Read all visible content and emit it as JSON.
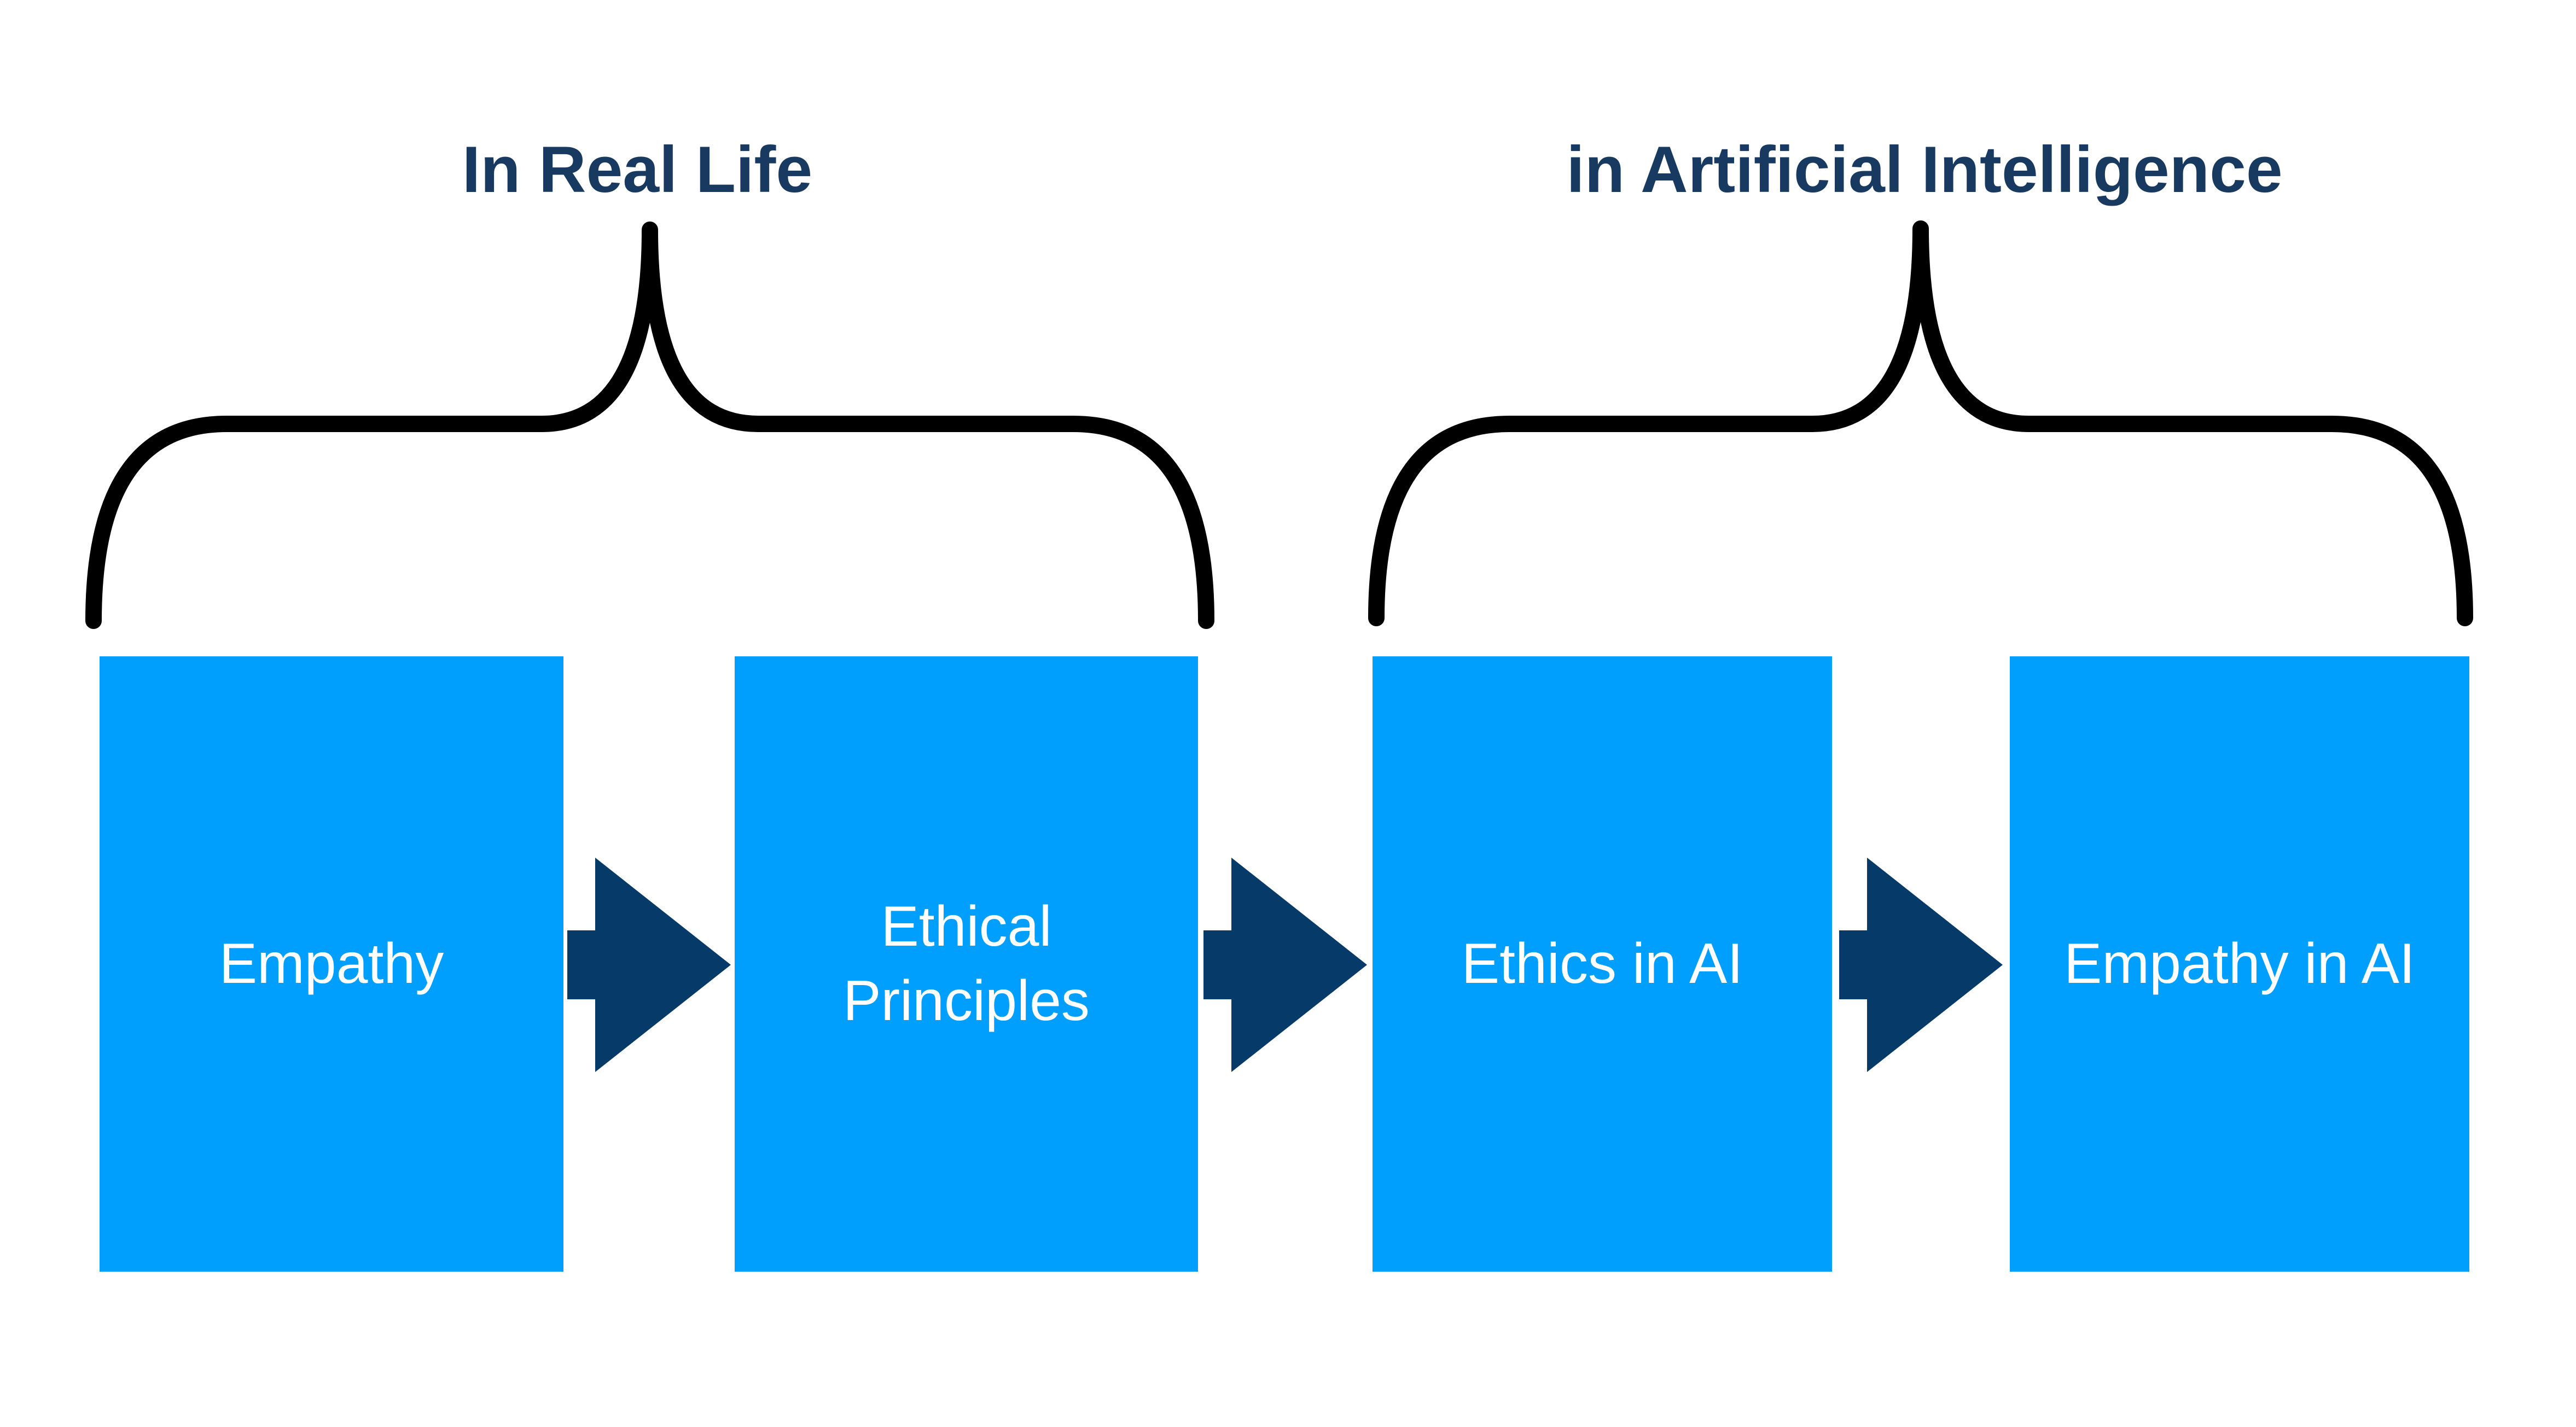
{
  "colors": {
    "box_blue": "#019FFD",
    "arrow_navy": "#063A68",
    "title_navy": "#183A61",
    "brace_black": "#000000",
    "box_text_white": "#FFFFFF",
    "page_bg": "#FFFFFF"
  },
  "headers": {
    "left_label": "In Real Life",
    "right_label": "in Artificial Intelligence"
  },
  "boxes": [
    {
      "label": "Empathy"
    },
    {
      "label": "Ethical Principles"
    },
    {
      "label": "Ethics in AI"
    },
    {
      "label": "Empathy in AI"
    }
  ],
  "icons": {
    "arrow": "right-arrow",
    "brace": "curly-brace-overhead"
  },
  "diagram": {
    "type": "flow",
    "groups": [
      {
        "title": "In Real Life",
        "members": [
          "Empathy",
          "Ethical Principles"
        ]
      },
      {
        "title": "in Artificial Intelligence",
        "members": [
          "Ethics in AI",
          "Empathy in AI"
        ]
      }
    ],
    "sequence": [
      "Empathy",
      "Ethical Principles",
      "Ethics in AI",
      "Empathy in AI"
    ]
  }
}
